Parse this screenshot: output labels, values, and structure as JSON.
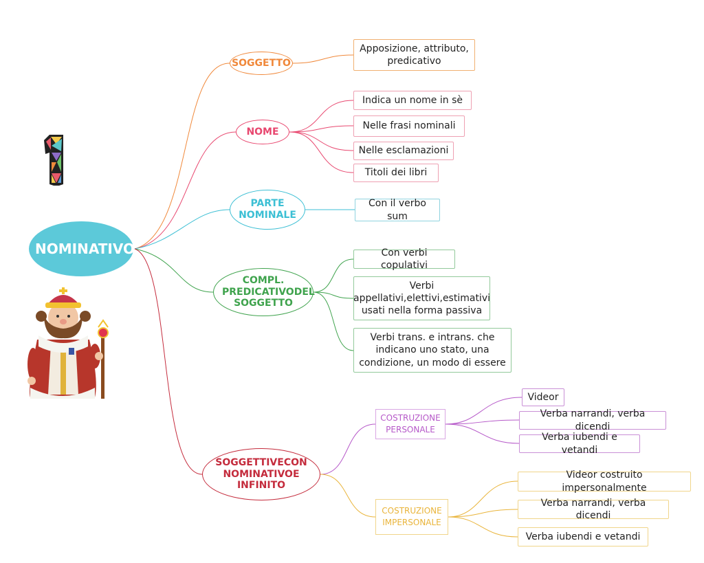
{
  "root": {
    "label": "NOMINATIVO"
  },
  "badge": {
    "text": "1"
  },
  "branches": {
    "soggetto": {
      "label": "SOGGETTO",
      "color": "#f0883a",
      "leaves": [
        "Apposizione, attributo, predicativo"
      ]
    },
    "nome": {
      "label": "NOME",
      "color": "#e8476f",
      "leaves": [
        "Indica un nome in sè",
        "Nelle frasi nominali",
        "Nelle esclamazioni",
        "Titoli dei libri"
      ]
    },
    "parte_nominale": {
      "label": "PARTE NOMINALE",
      "color": "#3cbfd4",
      "leaves": [
        "Con il verbo sum"
      ]
    },
    "compl_predicativo": {
      "label": "COMPL. PREDICATIVODEL SOGGETTO",
      "color": "#3fa34d",
      "leaves": [
        "Con verbi copulativi",
        "Verbi appellativi,elettivi,estimativi usati nella forma passiva",
        "Verbi trans. e intrans. che indicano uno stato, una condizione, un modo di essere"
      ]
    },
    "soggettive": {
      "label": "SOGGETTIVECON NOMINATIVOE INFINITO",
      "color": "#c42b3c",
      "personale": {
        "label": "COSTRUZIONE PERSONALE",
        "color": "#b659c9",
        "leaves": [
          "Videor",
          "Verba narrandi, verba dicendi",
          "Verba iubendi e vetandi"
        ]
      },
      "impersonale": {
        "label": "COSTRUZIONE IMPERSONALE",
        "color": "#e9b43a",
        "leaves": [
          "Videor costruito impersonalmente",
          "Verba narrandi, verba dicendi",
          "Verba iubendi e vetandi"
        ]
      }
    }
  }
}
